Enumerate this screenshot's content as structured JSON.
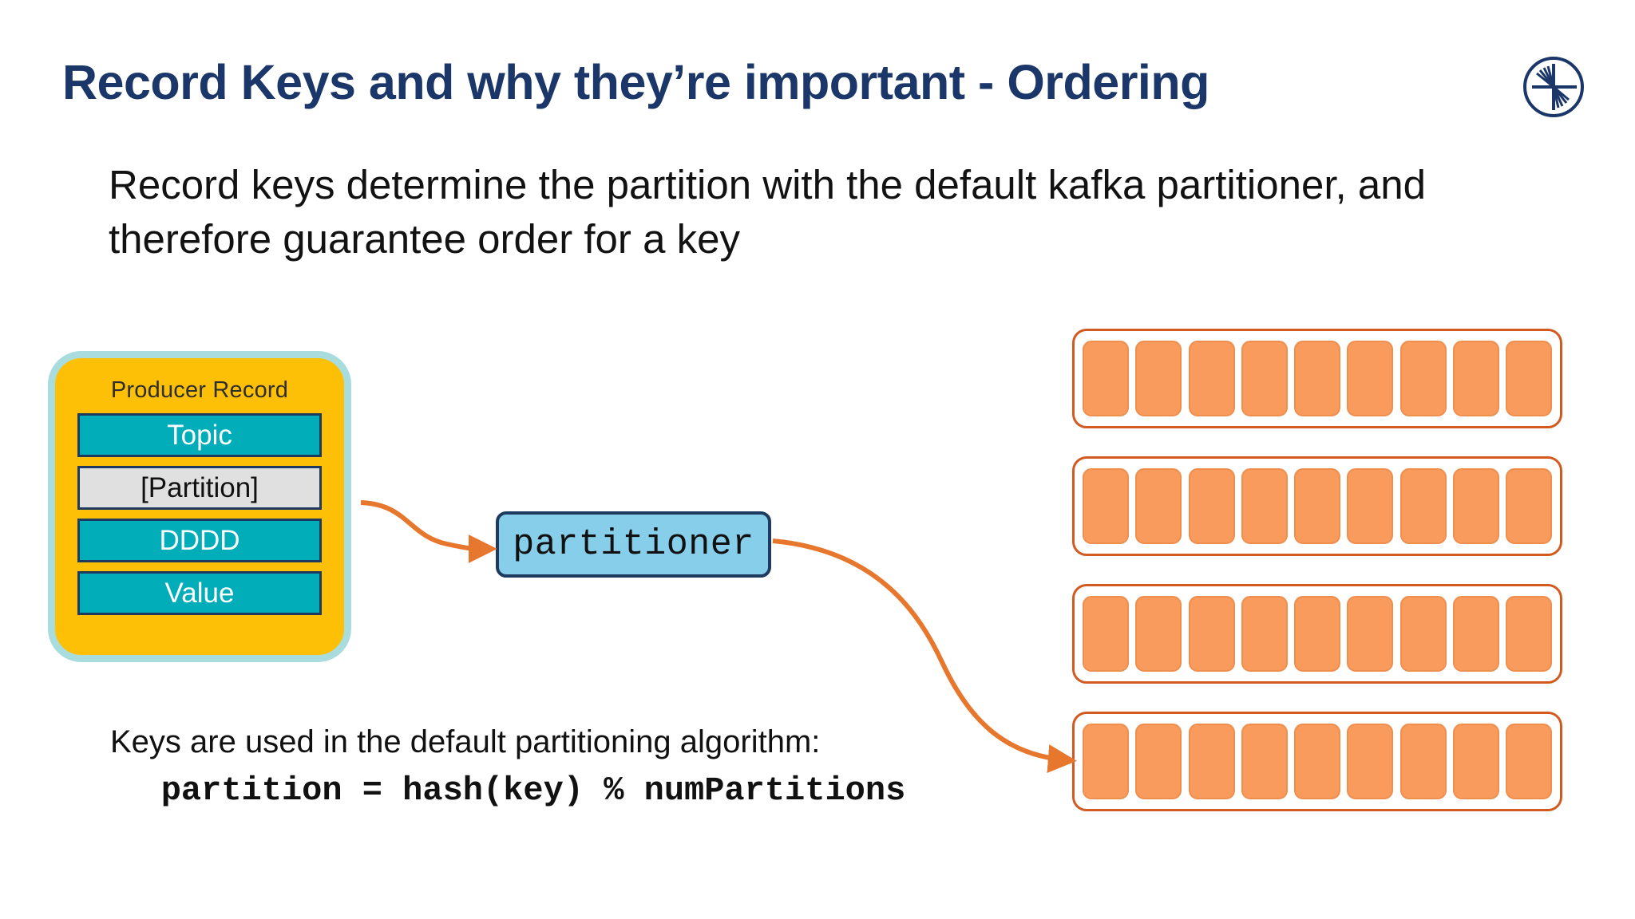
{
  "header": {
    "title": "Record Keys and why they’re important - Ordering",
    "logo_icon": "confluent-circle-logo-icon",
    "title_color": "#1b3668"
  },
  "subtitle": {
    "text": "Record keys determine the partition with the default kafka partitioner, and therefore guarantee order for a key"
  },
  "producer_record": {
    "title": "Producer Record",
    "card_color": "#fdc007",
    "card_border_color": "#a9dcdc",
    "fields": [
      {
        "label": "Topic",
        "style": "teal"
      },
      {
        "label": "[Partition]",
        "style": "gray"
      },
      {
        "label": "DDDD",
        "style": "teal"
      },
      {
        "label": "Value",
        "style": "teal"
      }
    ],
    "field_teal_color": "#00adb8",
    "field_gray_color": "#e0e0e0"
  },
  "partitioner": {
    "label": "partitioner",
    "fill_color": "#87ceea",
    "border_color": "#1e3a5f"
  },
  "caption": {
    "line1": "Keys are used in the default partitioning algorithm:",
    "formula": "partition = hash(key) % numPartitions"
  },
  "partitions": {
    "row_count": 4,
    "cells_per_row": 9,
    "cell_color": "#f89b5d",
    "row_border_color": "#d2591f",
    "rows": [
      {
        "name": "partition-row-0",
        "cells": 9
      },
      {
        "name": "partition-row-1",
        "cells": 9
      },
      {
        "name": "partition-row-2",
        "cells": 9
      },
      {
        "name": "partition-row-3",
        "cells": 9
      }
    ]
  },
  "arrows": {
    "color": "#e8772e",
    "record_to_partitioner": "Producer Record → partitioner",
    "partitioner_to_partition": "partitioner → partition row 4"
  }
}
